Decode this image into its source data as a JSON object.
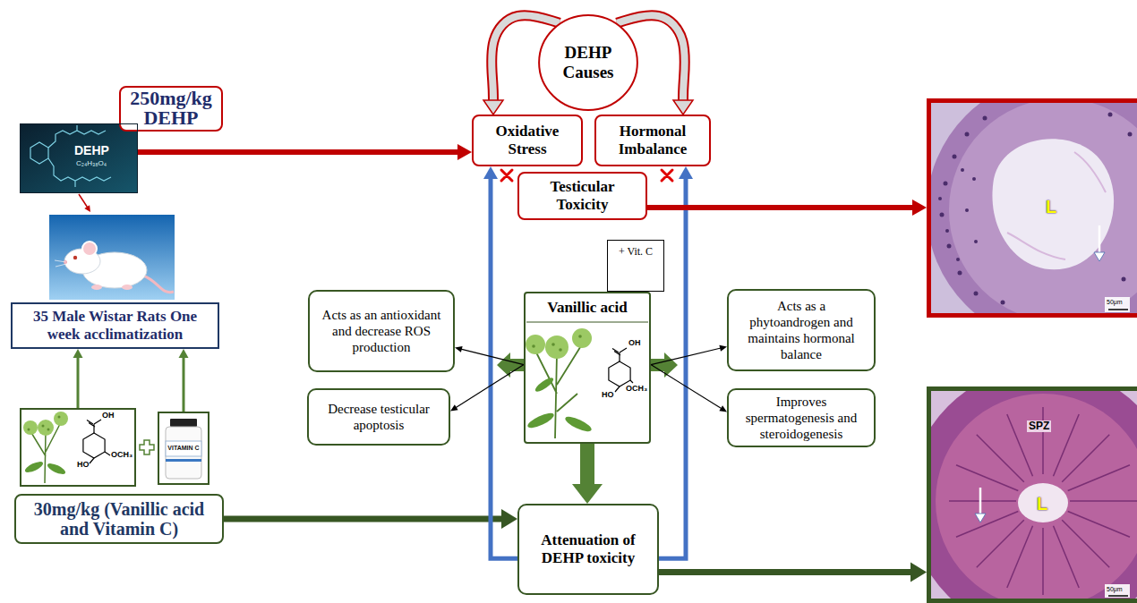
{
  "diagram": {
    "nodes": [
      {
        "text": [
          "250mg/kg DEHP"
        ]
      },
      {
        "text": [
          "DEHP",
          "C₂₄H₃₈O₄"
        ]
      },
      {
        "text": [
          "35 Male Wistar Rats One week acclimatization"
        ]
      },
      {
        "text": [
          "OH",
          "OCH₃",
          "HO"
        ]
      },
      {
        "text": [
          "VITAMIN C"
        ]
      },
      {
        "text": [
          "30mg/kg (Vanillic acid and Vitamin C)"
        ]
      },
      {
        "text": [
          "DEHP Causes"
        ]
      },
      {
        "text": [
          "Oxidative Stress"
        ]
      },
      {
        "text": [
          "Hormonal Imbalance"
        ]
      },
      {
        "text": [
          "Testicular Toxicity"
        ]
      },
      {
        "text": [
          "L",
          "50μm"
        ]
      },
      {
        "text": [
          "+ Vit. C"
        ]
      },
      {
        "text": [
          "Vanillic acid",
          "OH",
          "OCH₃",
          "HO"
        ]
      },
      {
        "text": [
          "Acts as an antioxidant and decrease ROS production"
        ]
      },
      {
        "text": [
          "Decrease testicular apoptosis"
        ]
      },
      {
        "text": [
          "Acts as a phytoandrogen and maintains hormonal balance"
        ]
      },
      {
        "text": [
          "Improves spermatogenesis and steroidogenesis"
        ]
      },
      {
        "text": [
          "Attenuation of DEHP toxicity"
        ]
      },
      {
        "text": [
          "SPZ",
          "L",
          "50μm"
        ]
      }
    ],
    "edges": [
      {
        "from": 1,
        "to": 7,
        "arrow": "to"
      },
      {
        "from": 3,
        "to": 2,
        "arrow": "to"
      },
      {
        "from": 4,
        "to": 2,
        "arrow": "to"
      },
      {
        "from": 5,
        "to": 17,
        "arrow": "to"
      },
      {
        "from": 6,
        "to": 7,
        "arrow": "to"
      },
      {
        "from": 6,
        "to": 8,
        "arrow": "to"
      },
      {
        "from": 17,
        "to": 7,
        "arrow": "to"
      },
      {
        "from": 17,
        "to": 8,
        "arrow": "to"
      },
      {
        "from": 9,
        "to": 10,
        "arrow": "to"
      },
      {
        "from": 12,
        "to": 13,
        "arrow": "to"
      },
      {
        "from": 12,
        "to": 14,
        "arrow": "to"
      },
      {
        "from": 12,
        "to": 15,
        "arrow": "to"
      },
      {
        "from": 12,
        "to": 16,
        "arrow": "to"
      },
      {
        "from": 12,
        "to": 17,
        "arrow": "to"
      },
      {
        "from": 17,
        "to": 18,
        "arrow": "to"
      }
    ]
  }
}
